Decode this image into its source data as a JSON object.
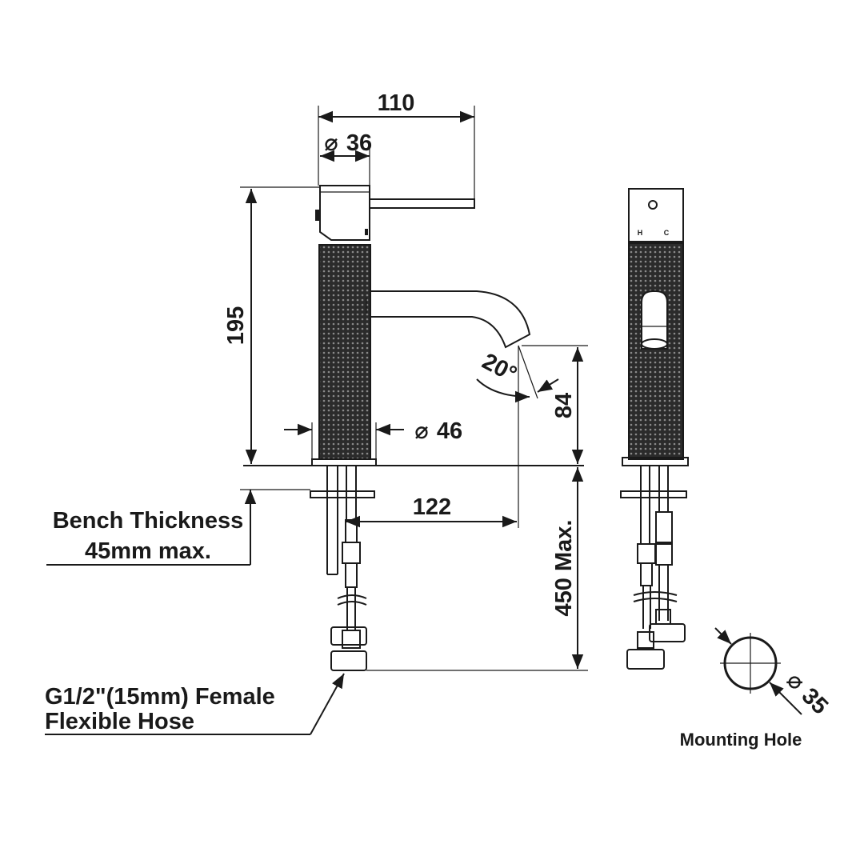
{
  "dimensions": {
    "handle_length": "110",
    "handle_diameter": "36",
    "body_height": "195",
    "body_diameter": "46",
    "spout_height": "84",
    "spout_reach": "122",
    "spout_angle": "20°",
    "hose_length": "450 Max.",
    "mounting_hole_diameter": "35",
    "diameter_symbol": "⌀"
  },
  "labels": {
    "bench_line1": "Bench Thickness",
    "bench_line2": "45mm max.",
    "hose_line1": "G1/2\"(15mm) Female",
    "hose_line2": "Flexible Hose",
    "mounting_hole": "Mounting Hole",
    "hot_marker": "H",
    "cold_marker": "C"
  },
  "colors": {
    "ink": "#1a1a1a",
    "knurl_dark": "#2b2b2b",
    "background": "#ffffff"
  }
}
